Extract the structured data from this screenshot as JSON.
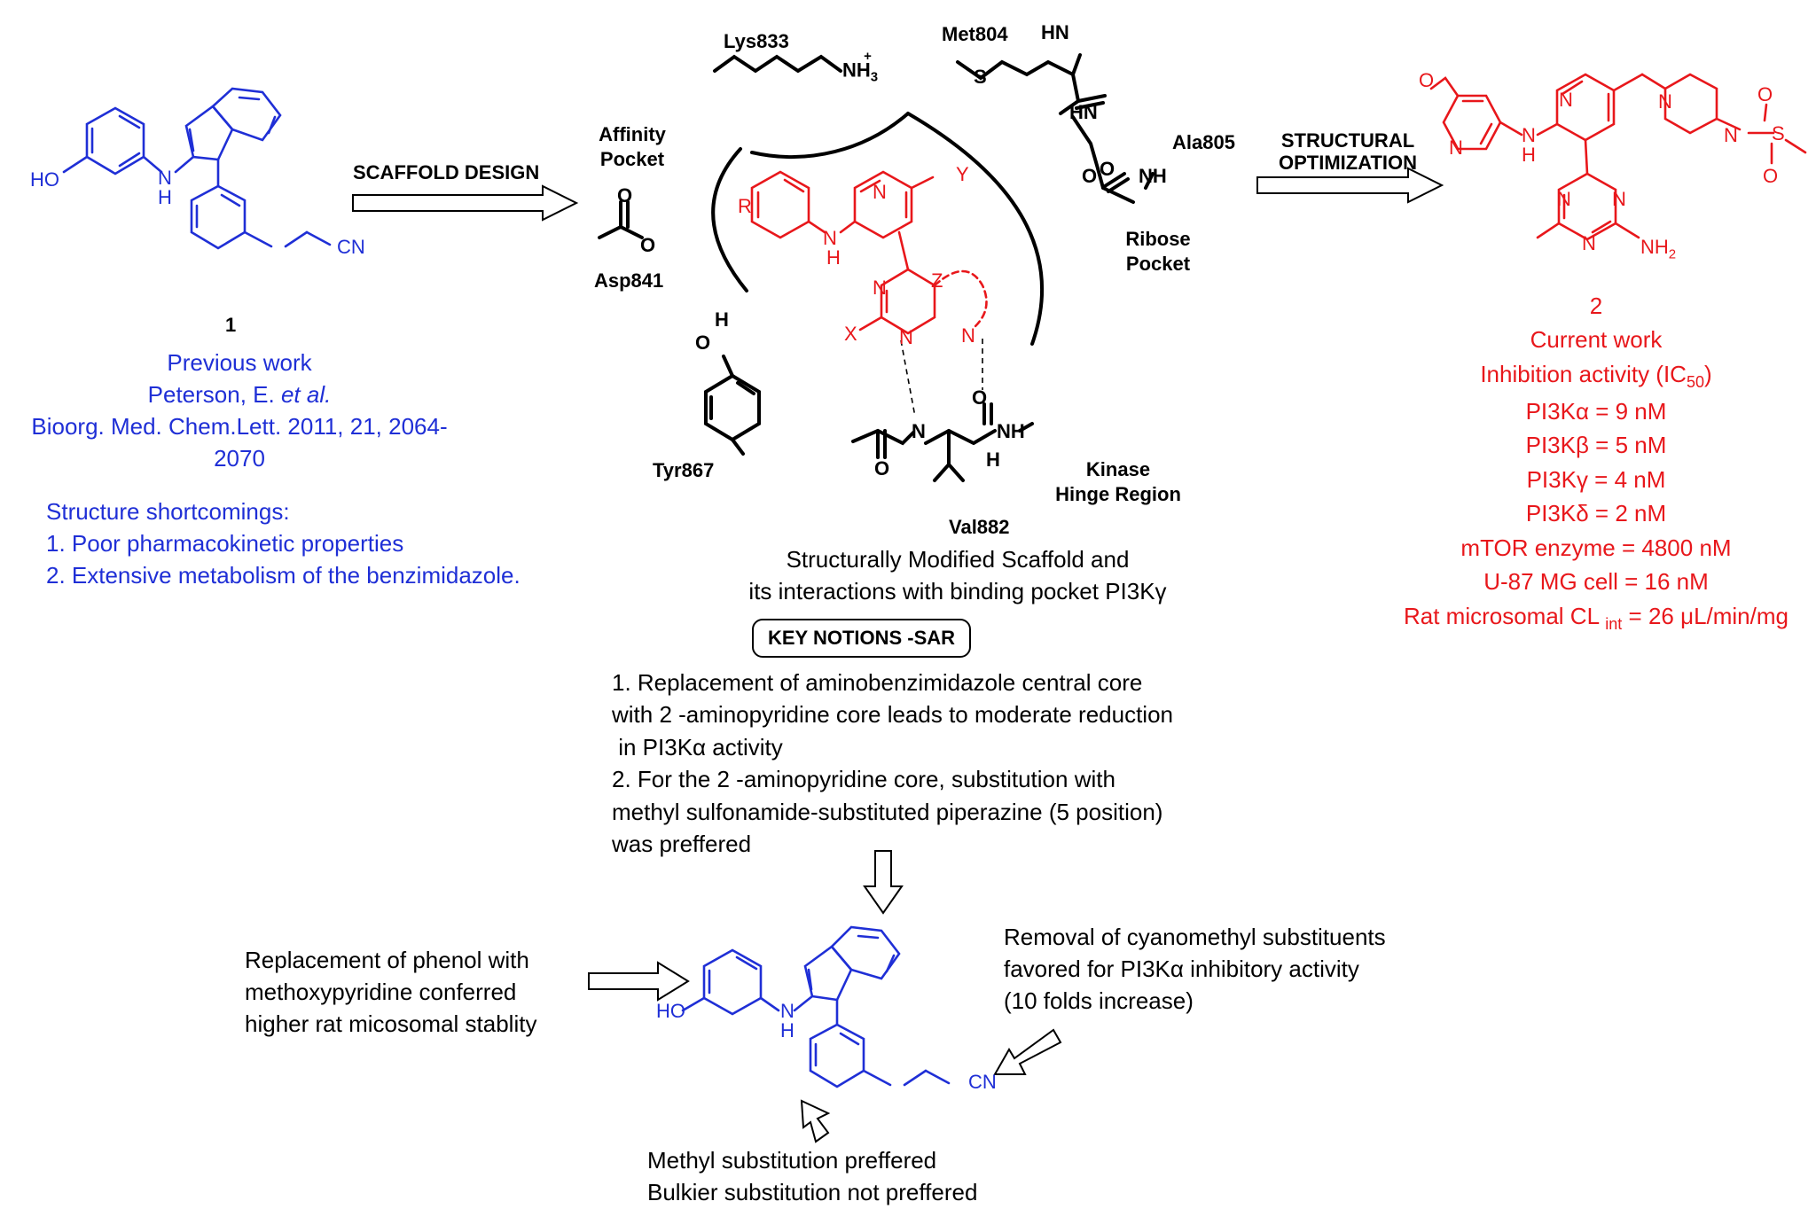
{
  "compound1": {
    "number": "1",
    "caption_line1": "Previous work",
    "caption_ref_author": "Peterson, E.",
    "caption_ref_etal": "et al.",
    "caption_ref_journal": "Bioorg. Med. Chem.Lett. 2011, 21, 2064-",
    "caption_ref_pages": "2070",
    "shortcomings_title": "Structure shortcomings:",
    "shortcomings": [
      "1. Poor pharmacokinetic properties",
      "2. Extensive metabolism of the benzimidazole."
    ],
    "atoms": {
      "ho": "HO",
      "nh": "N",
      "h": "H",
      "cn": "CN"
    }
  },
  "arrows": {
    "scaffold_design": "SCAFFOLD DESIGN",
    "structural_optimization_line1": "STRUCTURAL",
    "structural_optimization_line2": "OPTIMIZATION"
  },
  "binding_site": {
    "residues": {
      "lys": "Lys833",
      "met": "Met804",
      "ala": "Ala805",
      "asp": "Asp841",
      "tyr": "Tyr867",
      "val": "Val882"
    },
    "pockets": {
      "affinity_line1": "Affinity",
      "affinity_line2": "Pocket",
      "ribose_line1": "Ribose",
      "ribose_line2": "Pocket",
      "hinge_line1": "Kinase",
      "hinge_line2": "Hinge Region"
    },
    "atoms": {
      "r": "R",
      "y": "Y",
      "x": "X",
      "z": "Z",
      "n": "N",
      "h": "H",
      "o": "O",
      "nh3": "NH",
      "hn": "HN",
      "s": "S"
    },
    "caption_line1": "Structurally Modified Scaffold and",
    "caption_line2": "its interactions with binding pocket PI3Kγ"
  },
  "compound2": {
    "number": "2",
    "caption": "Current work",
    "activity_title": "Inhibition activity (IC",
    "activity_title_sub": "50",
    "activity_title_end": ")",
    "values": [
      "PI3Kα = 9 nM",
      "PI3Kβ = 5 nM",
      "PI3Kγ = 4 nM",
      "PI3Kδ = 2 nM",
      "mTOR enzyme = 4800 nM",
      "U-87 MG cell = 16 nM"
    ],
    "clearance_prefix": "Rat microsomal CL ",
    "clearance_sub": "int",
    "clearance_suffix": " = 26 μL/min/mg",
    "atoms": {
      "o": "O",
      "n": "N",
      "h": "H",
      "nh2": "NH",
      "s": "S"
    }
  },
  "sar": {
    "box_label": "KEY NOTIONS -SAR",
    "notes": [
      "1. Replacement of  aminobenzimidazole central core",
      "with 2 -aminopyridine core leads to moderate reduction",
      " in PI3Kα activity",
      "2. For the 2 -aminopyridine core, substitution with",
      "methyl sulfonamide-substituted piperazine (5 position)",
      "was preffered"
    ],
    "phenol_note": [
      "Replacement of phenol with",
      "methoxypyridine conferred",
      "higher rat micosomal stablity"
    ],
    "cyanomethyl_note": [
      "Removal of cyanomethyl substituents",
      "favored for PI3Kα inhibitory activity",
      "(10 folds increase)"
    ],
    "methyl_note": [
      "Methyl substitution preffered",
      "Bulkier substitution not preffered"
    ]
  },
  "colors": {
    "previous": "#1f2fd6",
    "current": "#e8171b",
    "neutral": "#000000"
  }
}
